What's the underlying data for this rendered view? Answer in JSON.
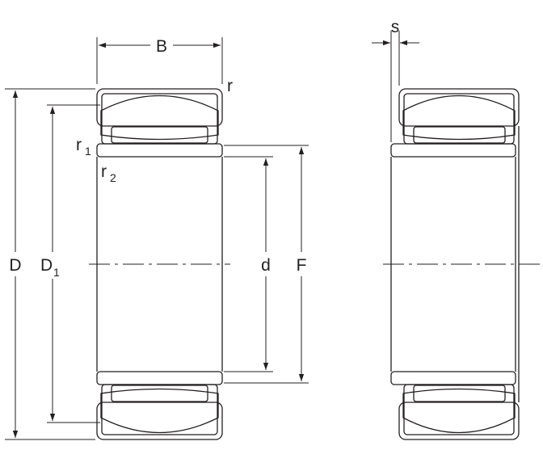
{
  "labels": {
    "B": "B",
    "r": "r",
    "r1": "r",
    "r1_sub": "1",
    "r2": "r",
    "r2_sub": "2",
    "D": "D",
    "D1": "D",
    "D1_sub": "1",
    "d": "d",
    "F": "F",
    "s": "s"
  },
  "colors": {
    "fill": "#b9c8ea",
    "line": "#231f20",
    "background": "#ffffff"
  }
}
